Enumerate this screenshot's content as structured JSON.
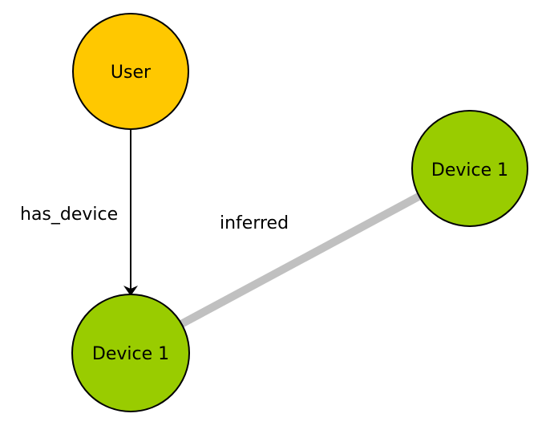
{
  "nodes": {
    "user": {
      "label": "User",
      "color": "#FFC800"
    },
    "device_bottom": {
      "label": "Device 1",
      "color": "#99CC00"
    },
    "device_right": {
      "label": "Device 1",
      "color": "#99CC00"
    }
  },
  "edges": {
    "has_device": {
      "label": "has_device",
      "color": "#000000"
    },
    "inferred": {
      "label": "inferred",
      "color": "#C0C0C0"
    }
  }
}
